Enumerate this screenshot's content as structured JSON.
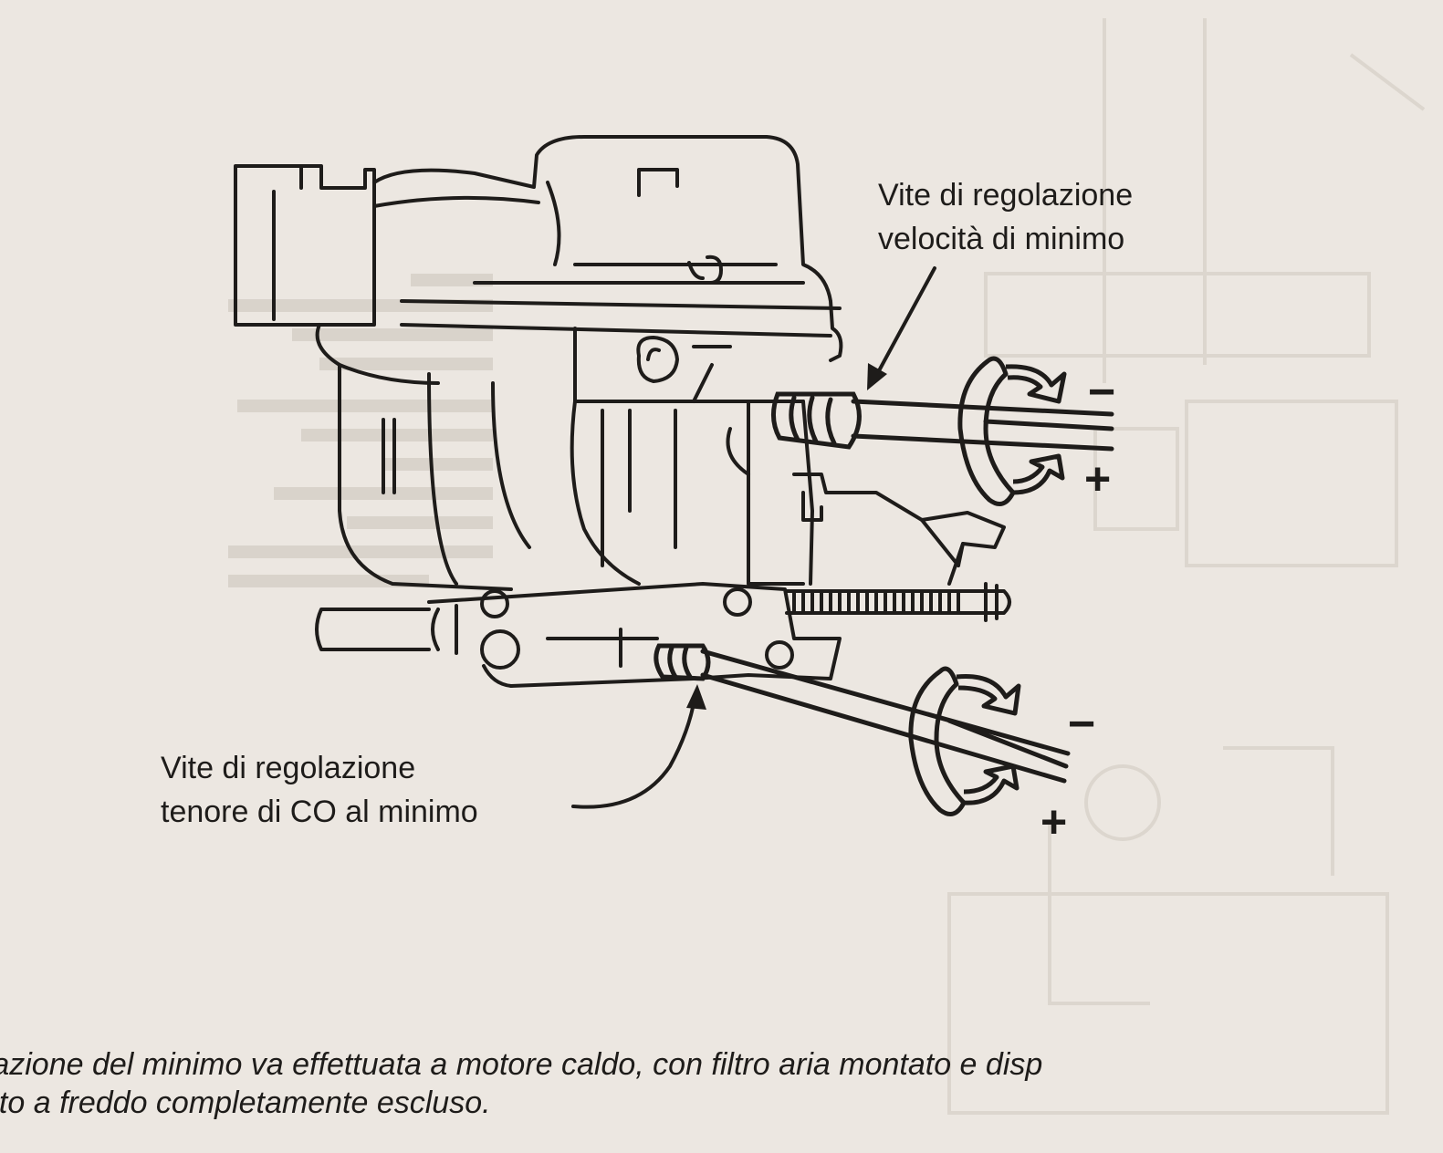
{
  "labels": {
    "idle_speed_screw": {
      "line1": "Vite di regolazione",
      "line2": "velocità di minimo"
    },
    "co_screw": {
      "line1": "Vite di regolazione",
      "line2": "tenore di CO al minimo"
    }
  },
  "rotation_signs": {
    "minus": "−",
    "plus": "+"
  },
  "caption": {
    "line1": "razione del minimo va effettuata a motore caldo, con filtro aria montato e disp",
    "line2": "nto a freddo completamente escluso."
  },
  "colors": {
    "paper": "#ece7e1",
    "ink": "#1e1c1a",
    "bleed": "#d6d0c8"
  }
}
